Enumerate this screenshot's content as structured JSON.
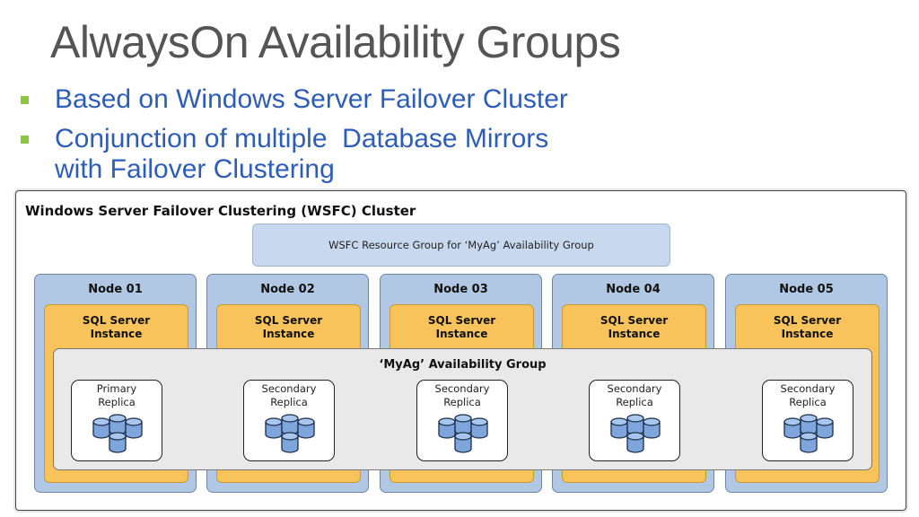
{
  "slide": {
    "title": "AlwaysOn Availability Groups",
    "bullets": [
      {
        "lines": [
          "Based on Windows Server Failover Cluster"
        ]
      },
      {
        "lines": [
          "Conjunction of multiple  Database Mirrors",
          "with Failover Clustering"
        ]
      }
    ]
  },
  "diagram": {
    "cluster_title": "Windows Server Failover Clustering (WSFC) Cluster",
    "resource_group": "WSFC Resource Group for ‘MyAg’ Availability Group",
    "nodes": [
      {
        "label": "Node 01",
        "instance": [
          "SQL Server",
          "Instance"
        ]
      },
      {
        "label": "Node 02",
        "instance": [
          "SQL Server",
          "Instance"
        ]
      },
      {
        "label": "Node 03",
        "instance": [
          "SQL Server",
          "Instance"
        ]
      },
      {
        "label": "Node 04",
        "instance": [
          "SQL Server",
          "Instance"
        ]
      },
      {
        "label": "Node 05",
        "instance": [
          "SQL Server",
          "Instance"
        ]
      }
    ],
    "availability_group": "‘MyAg’ Availability Group",
    "replicas": [
      {
        "lines": [
          "Primary",
          "Replica"
        ],
        "icon": "database-cluster-icon"
      },
      {
        "lines": [
          "Secondary",
          "Replica"
        ],
        "icon": "database-cluster-icon"
      },
      {
        "lines": [
          "Secondary",
          "Replica"
        ],
        "icon": "database-cluster-icon"
      },
      {
        "lines": [
          "Secondary",
          "Replica"
        ],
        "icon": "database-cluster-icon"
      },
      {
        "lines": [
          "Secondary",
          "Replica"
        ],
        "icon": "database-cluster-icon"
      }
    ],
    "colors": {
      "bullet_text": "#2e5db8",
      "bullet_marker": "#8dc63f",
      "node_fill": "#b1c8e4",
      "instance_fill": "#f9c35c",
      "resource_group_fill": "#c8d8ee",
      "availability_group_fill": "#e9e9e9",
      "db_icon_fill": "#7ea6dc"
    }
  }
}
